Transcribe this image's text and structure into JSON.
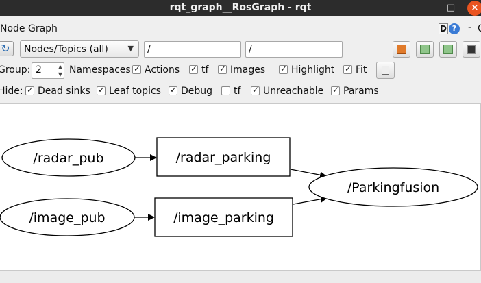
{
  "window": {
    "title": "rqt_graph__RosGraph - rqt",
    "min_glyph": "–",
    "max_glyph": "□",
    "close_glyph": "×"
  },
  "panel": {
    "title": "Node Graph",
    "d_badge": "D",
    "help_glyph": "?",
    "dash": "-",
    "trailing": "C"
  },
  "toolbar": {
    "refresh_glyph": "↻",
    "mode_value": "Nodes/Topics (all)",
    "mode_arrow": "▼",
    "filter_1": "/",
    "filter_2": "/"
  },
  "options": {
    "group_label": "Group:",
    "group_value": "2",
    "namespaces": {
      "label": "Namespaces",
      "checked": true
    },
    "actions": {
      "label": "Actions",
      "checked": true
    },
    "tf": {
      "label": "tf",
      "checked": true
    },
    "images": {
      "label": "Images",
      "checked": true
    },
    "highlight": {
      "label": "Highlight",
      "checked": true
    },
    "fit": {
      "label": "Fit",
      "checked": true
    }
  },
  "hide": {
    "label": "Hide:",
    "dead_sinks": {
      "label": "Dead sinks",
      "checked": true
    },
    "leaf_topics": {
      "label": "Leaf topics",
      "checked": true
    },
    "debug": {
      "label": "Debug",
      "checked": true
    },
    "tf": {
      "label": "tf",
      "checked": false
    },
    "unreachable": {
      "label": "Unreachable",
      "checked": true
    },
    "params": {
      "label": "Params",
      "checked": true
    }
  },
  "graph": {
    "nodes": [
      {
        "id": "radar_pub",
        "label": "/radar_pub",
        "shape": "ellipse"
      },
      {
        "id": "image_pub",
        "label": "/image_pub",
        "shape": "ellipse"
      },
      {
        "id": "radar_parking",
        "label": "/radar_parking",
        "shape": "box"
      },
      {
        "id": "image_parking",
        "label": "/image_parking",
        "shape": "box"
      },
      {
        "id": "parkingfusion",
        "label": "/Parkingfusion",
        "shape": "ellipse"
      }
    ],
    "edges": [
      {
        "from": "radar_pub",
        "to": "radar_parking"
      },
      {
        "from": "image_pub",
        "to": "image_parking"
      },
      {
        "from": "radar_parking",
        "to": "parkingfusion"
      },
      {
        "from": "image_parking",
        "to": "parkingfusion"
      }
    ]
  }
}
